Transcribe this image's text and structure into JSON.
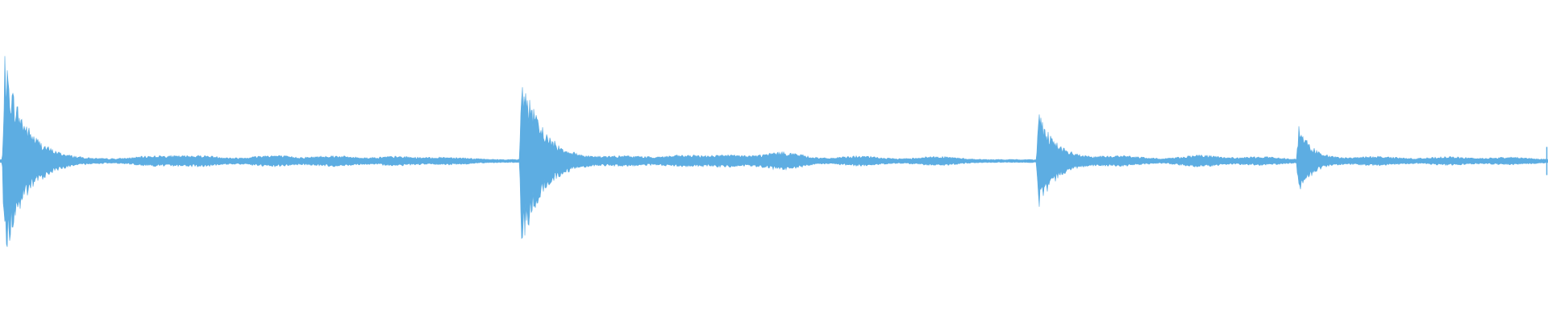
{
  "waveform": {
    "color": "#5DADE2",
    "background": "#FFFFFF",
    "onsets": [
      {
        "position": 0.003,
        "peak": 0.52,
        "decay": 0.03
      },
      {
        "position": 0.337,
        "peak": 0.45,
        "decay": 0.03
      },
      {
        "position": 0.671,
        "peak": 0.25,
        "decay": 0.025
      },
      {
        "position": 0.839,
        "peak": 0.17,
        "decay": 0.02
      }
    ],
    "swells": [
      {
        "position": 0.1,
        "level": 0.018
      },
      {
        "position": 0.13,
        "level": 0.02
      },
      {
        "position": 0.175,
        "level": 0.022
      },
      {
        "position": 0.215,
        "level": 0.02
      },
      {
        "position": 0.255,
        "level": 0.016
      },
      {
        "position": 0.29,
        "level": 0.012
      },
      {
        "position": 0.405,
        "level": 0.016
      },
      {
        "position": 0.44,
        "level": 0.02
      },
      {
        "position": 0.47,
        "level": 0.022
      },
      {
        "position": 0.506,
        "level": 0.038
      },
      {
        "position": 0.555,
        "level": 0.018
      },
      {
        "position": 0.605,
        "level": 0.016
      },
      {
        "position": 0.725,
        "level": 0.018
      },
      {
        "position": 0.775,
        "level": 0.022
      },
      {
        "position": 0.815,
        "level": 0.014
      },
      {
        "position": 0.89,
        "level": 0.016
      },
      {
        "position": 0.935,
        "level": 0.014
      },
      {
        "position": 0.975,
        "level": 0.012
      }
    ],
    "floor_level": 0.008,
    "end_marker_level": 0.07
  }
}
